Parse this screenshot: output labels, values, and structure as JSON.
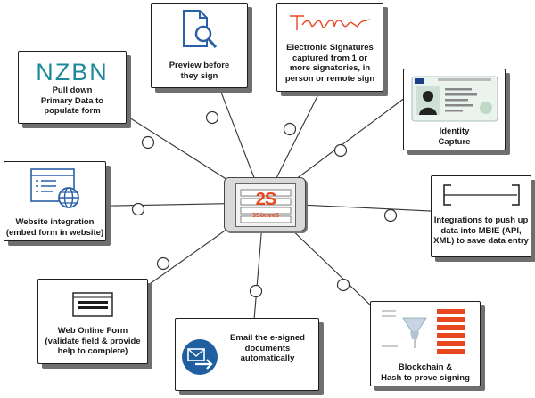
{
  "hub": {
    "logo_mark": "2S",
    "logo_text": "3Sixtee6"
  },
  "nodes": {
    "nzbn": {
      "logo": "NZBN",
      "label": "Pull down\nPrimary Data to\npopulate form",
      "icon": "nzbn-logo"
    },
    "preview": {
      "label": "Preview before\nthey sign",
      "icon": "document-search-icon"
    },
    "signatures": {
      "label": "Electronic Signatures\ncaptured from 1 or\nmore signatories, in\nperson or remote sign",
      "icon": "signature-icon"
    },
    "identity": {
      "label": "Identity\nCapture",
      "icon": "id-card-icon"
    },
    "website": {
      "label": "Website integration\n(embed form in website)",
      "icon": "web-globe-icon"
    },
    "integrations": {
      "label": "Integrations to push up\ndata into MBIE (API,\nXML) to save data entry",
      "icon": "connector-icon"
    },
    "webform": {
      "label": "Web Online Form\n(validate field & provide\nhelp to complete)",
      "icon": "web-form-icon"
    },
    "email": {
      "label": "Email the e-signed\ndocuments\nautomatically",
      "icon": "email-send-icon"
    },
    "blockchain": {
      "label": "Blockchain &\nHash to prove signing",
      "icon": "blockchain-icon"
    }
  },
  "colors": {
    "accent_red": "#e8461f",
    "accent_blue": "#2a5fa8",
    "nzbn_teal": "#1c8a9a",
    "shadow": "#6f6f6f"
  }
}
